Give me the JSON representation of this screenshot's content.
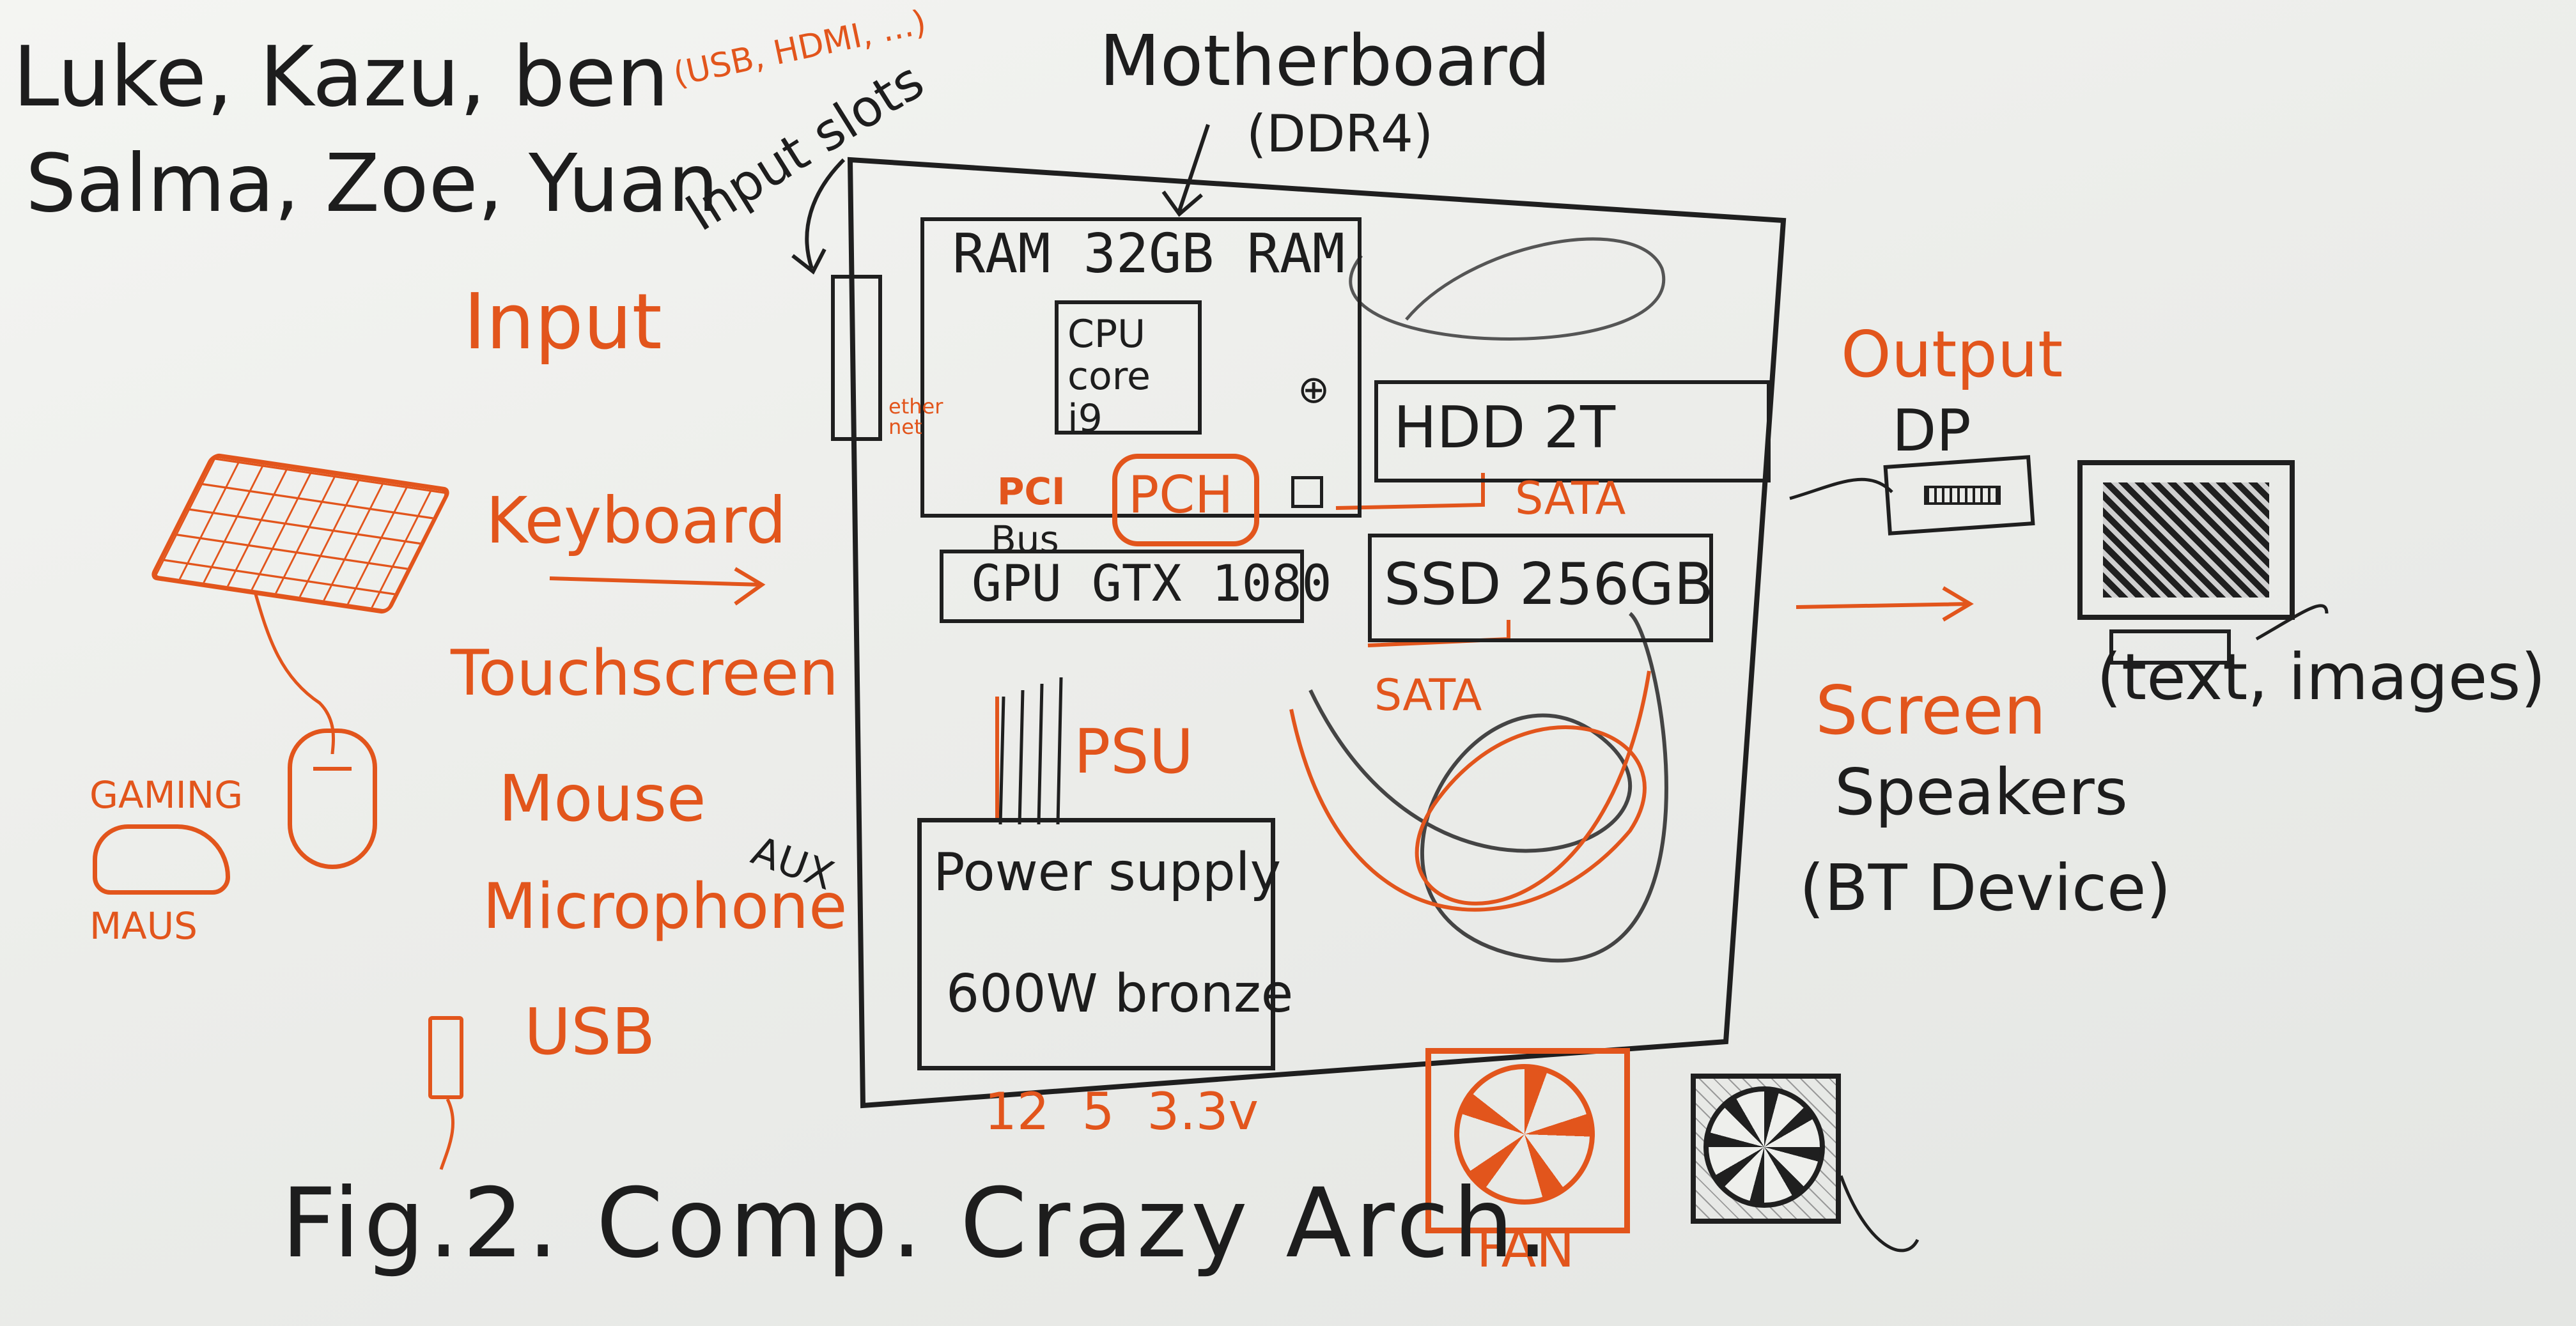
{
  "people": {
    "line1": "Luke, Kazu, ben",
    "line2": "Salma, Zoe, Yuan"
  },
  "motherboard": {
    "title": "Motherboard",
    "subtitle": "(DDR4)",
    "ports_label": "(USB, HDMI, ...)",
    "input_slots": "Input slots",
    "ethernet": "ether net",
    "ram": "RAM 32GB RAM",
    "cpu": "CPU core i9",
    "pci": "PCI",
    "pch": "PCH",
    "bus": "Bus",
    "gpu": "GPU GTX 1080",
    "hdd": "HDD 2T",
    "sata_top": "SATA",
    "ssd": "SSD 256GB",
    "sata_bottom": "SATA",
    "psu_label": "PSU",
    "psu_line1": "Power supply",
    "psu_line2": "600W bronze",
    "voltages": "12  5  3.3v"
  },
  "input": {
    "title": "Input",
    "items": [
      "Keyboard",
      "Touchscreen",
      "Mouse",
      "Microphone",
      "USB"
    ],
    "aux": "AUX",
    "gaming": "GAMING",
    "maus": "MAUS"
  },
  "output": {
    "title": "Output",
    "dp": "DP",
    "screen": "Screen",
    "screen_note": "(text, images)",
    "speakers": "Speakers",
    "bt": "(BT Device)"
  },
  "fan": "FAN",
  "caption": "Fig.2. Comp. Crazy Arch.",
  "colors": {
    "marker_black": "#1d1d1d",
    "marker_orange": "#e2551c",
    "board": "#eeefec"
  }
}
